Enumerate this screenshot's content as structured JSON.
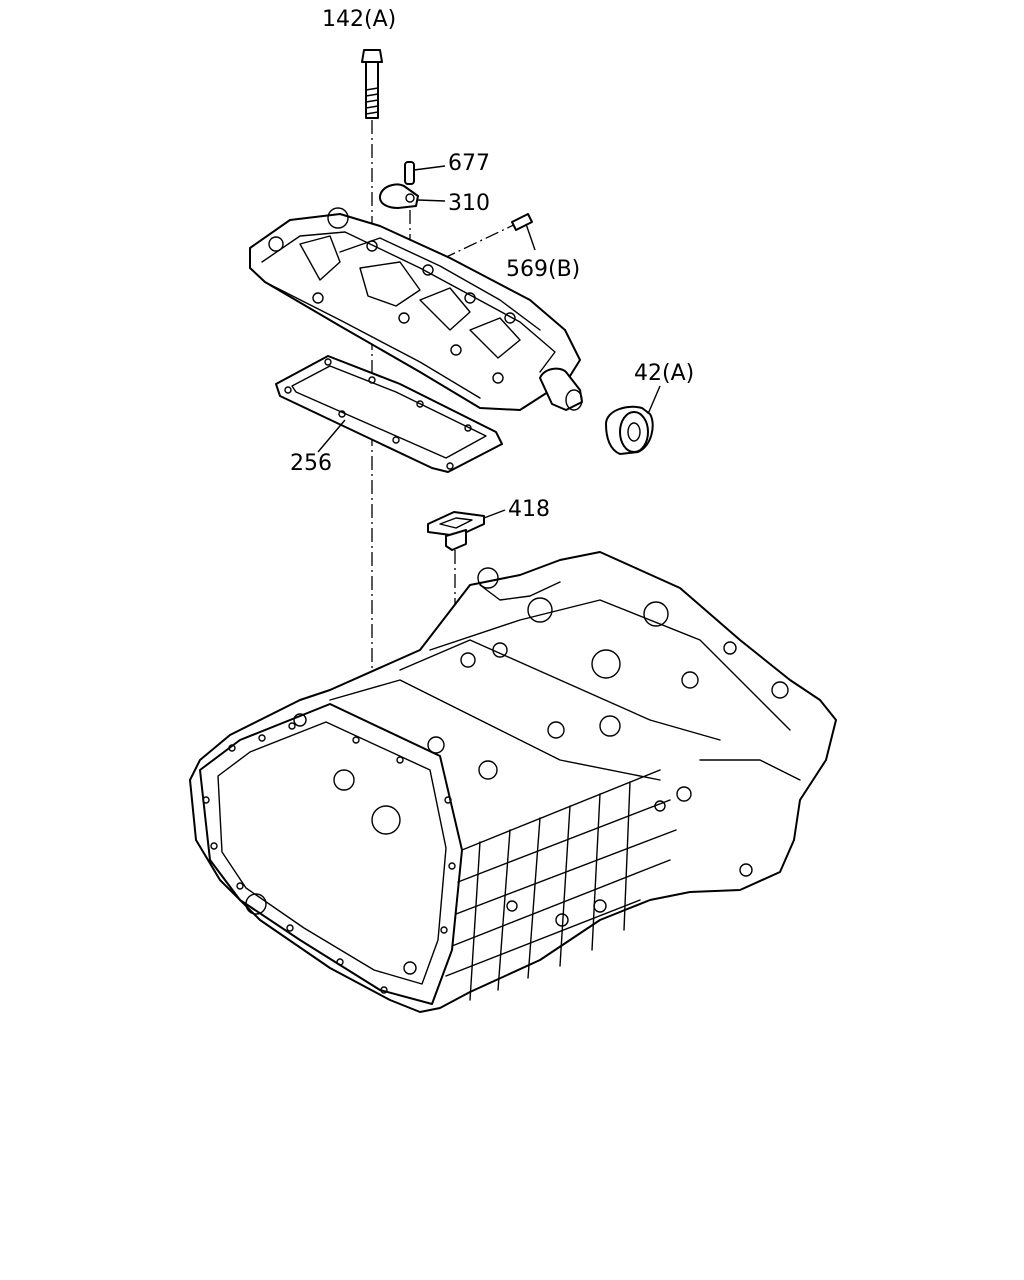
{
  "callouts": {
    "c142": "142(A)",
    "c677": "677",
    "c310": "310",
    "c569": "569(B)",
    "c42": "42(A)",
    "c256": "256",
    "c418": "418"
  }
}
